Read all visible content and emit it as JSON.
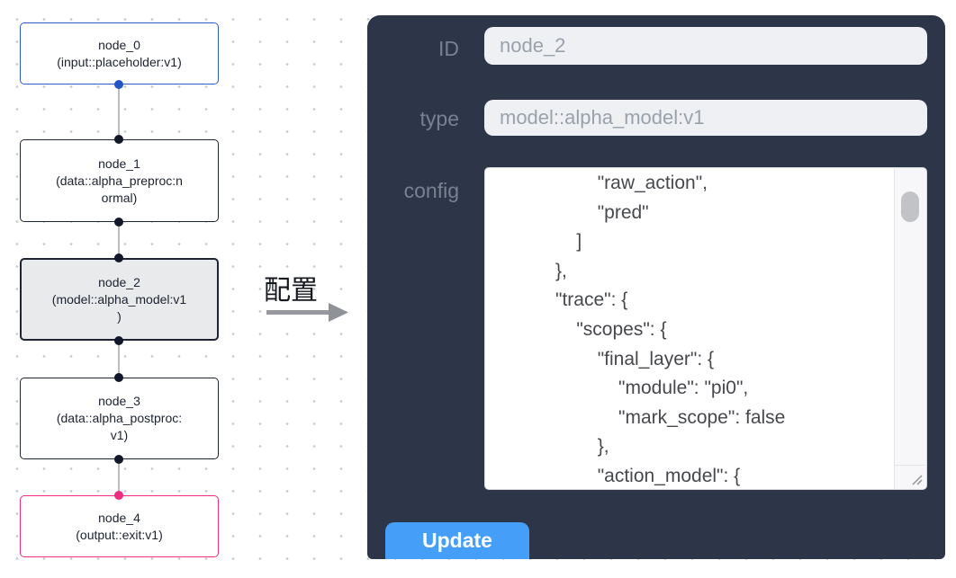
{
  "canvas": {
    "dot_color": "#c9cbcf",
    "edge_color": "#b9bcc0",
    "nodes": [
      {
        "lines": [
          "node_0",
          "(input::placeholder:v1)"
        ],
        "border": "#2e5cc5",
        "handle": "#2355c7",
        "bg": "#ffffff",
        "selected": false
      },
      {
        "lines": [
          "node_1",
          "(data::alpha_preproc:n",
          "ormal)"
        ],
        "border": "#1e2433",
        "handle": "#10182a",
        "bg": "#ffffff",
        "selected": false
      },
      {
        "lines": [
          "node_2",
          "(model::alpha_model:v1",
          ")"
        ],
        "border": "#1e2433",
        "handle": "#10182a",
        "bg": "#e9eaeb",
        "selected": true
      },
      {
        "lines": [
          "node_3",
          "(data::alpha_postproc:",
          "v1)"
        ],
        "border": "#1e2433",
        "handle": "#10182a",
        "bg": "#ffffff",
        "selected": false
      },
      {
        "lines": [
          "node_4",
          "(output::exit:v1)"
        ],
        "border": "#ee2d80",
        "handle": "#ee2d80",
        "bg": "#ffffff",
        "selected": false
      }
    ]
  },
  "transition": {
    "label": "配置",
    "arrow_color": "#97999e"
  },
  "panel": {
    "bg": "#2d3648",
    "fields": [
      {
        "label": "ID",
        "value": "node_2"
      },
      {
        "label": "type",
        "value": "model::alpha_model:v1"
      }
    ],
    "config_label": "config",
    "config_text": "                    \"raw_action\",\n                    \"pred\"\n                ]\n            },\n            \"trace\": {\n                \"scopes\": {\n                    \"final_layer\": {\n                        \"module\": \"pi0\",\n                        \"mark_scope\": false\n                    },\n                    \"action_model\": {",
    "update_label": "Update",
    "button_color": "#459ff8"
  }
}
